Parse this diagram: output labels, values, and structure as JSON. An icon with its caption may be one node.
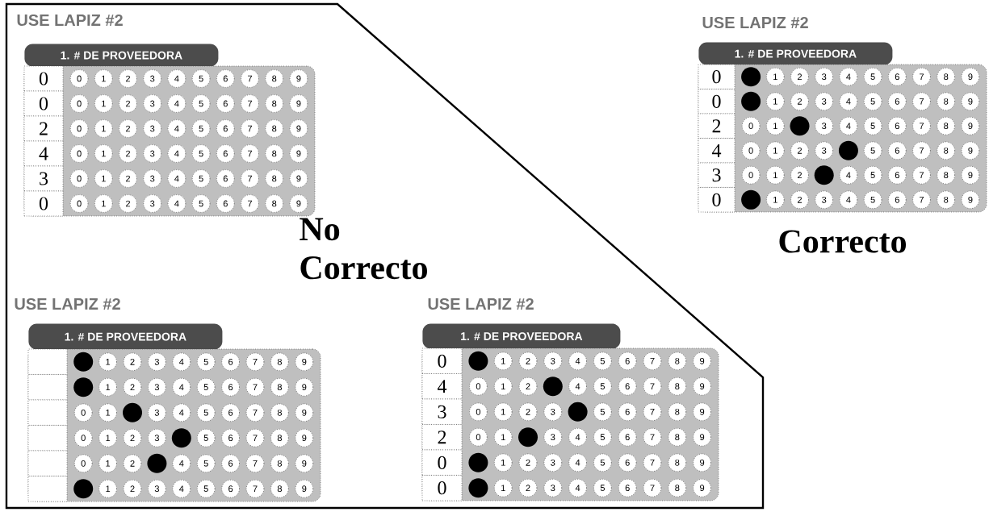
{
  "diagram": {
    "nodes": [
      {
        "text": [
          "No Correcto"
        ]
      },
      {
        "text": [
          "USE LAPIZ #2",
          "1. # DE PROVEEDORA",
          "0",
          "0",
          "2",
          "4",
          "3",
          "0",
          "0",
          "1",
          "2",
          "3",
          "4",
          "5",
          "6",
          "7",
          "8",
          "9",
          "0",
          "1",
          "2",
          "3",
          "4",
          "5",
          "6",
          "7",
          "8",
          "9",
          "0",
          "1",
          "2",
          "3",
          "4",
          "5",
          "6",
          "7",
          "8",
          "9",
          "0",
          "1",
          "2",
          "3",
          "4",
          "5",
          "6",
          "7",
          "8",
          "9",
          "0",
          "1",
          "2",
          "3",
          "4",
          "5",
          "6",
          "7",
          "8",
          "9",
          "0",
          "1",
          "2",
          "3",
          "4",
          "5",
          "6",
          "7",
          "8",
          "9"
        ],
        "in": 0
      },
      {
        "text": [
          "USE LAPIZ #2",
          "1. # DE PROVEEDORA",
          "0",
          "0",
          "2",
          "4",
          "3",
          "0",
          "1",
          "2",
          "3",
          "4",
          "5",
          "6",
          "7",
          "8",
          "9",
          "1",
          "2",
          "3",
          "4",
          "5",
          "6",
          "7",
          "8",
          "9",
          "0",
          "1",
          "3",
          "4",
          "5",
          "6",
          "7",
          "8",
          "9",
          "0",
          "1",
          "2",
          "3",
          "5",
          "6",
          "7",
          "8",
          "9",
          "0",
          "1",
          "2",
          "4",
          "5",
          "6",
          "7",
          "8",
          "9",
          "1",
          "2",
          "3",
          "4",
          "5",
          "6",
          "7",
          "8",
          "9"
        ],
        "beside": [
          "Correcto"
        ]
      },
      {
        "text": [
          "USE LAPIZ #2",
          "1. # DE PROVEEDORA",
          "1",
          "2",
          "3",
          "4",
          "5",
          "6",
          "7",
          "8",
          "9",
          "1",
          "2",
          "3",
          "4",
          "5",
          "6",
          "7",
          "8",
          "9",
          "0",
          "1",
          "3",
          "4",
          "5",
          "6",
          "7",
          "8",
          "9",
          "0",
          "1",
          "2",
          "3",
          "5",
          "6",
          "7",
          "8",
          "9",
          "0",
          "1",
          "2",
          "4",
          "5",
          "6",
          "7",
          "8",
          "9",
          "1",
          "2",
          "3",
          "4",
          "5",
          "6",
          "7",
          "8",
          "9"
        ],
        "in": 0
      },
      {
        "text": [
          "USE LAPIZ #2",
          "1. # DE PROVEEDORA",
          "0",
          "4",
          "3",
          "2",
          "0",
          "0",
          "1",
          "2",
          "3",
          "4",
          "5",
          "6",
          "7",
          "8",
          "9",
          "0",
          "1",
          "2",
          "4",
          "5",
          "6",
          "7",
          "8",
          "9",
          "0",
          "1",
          "2",
          "3",
          "5",
          "6",
          "7",
          "8",
          "9",
          "0",
          "1",
          "3",
          "4",
          "5",
          "6",
          "7",
          "8",
          "9",
          "1",
          "2",
          "3",
          "4",
          "5",
          "6",
          "7",
          "8",
          "9",
          "1",
          "2",
          "3",
          "4",
          "5",
          "6",
          "7",
          "8",
          "9"
        ],
        "in": 0
      },
      {
        "text": [],
        "shape": "circle",
        "in": 2
      },
      {
        "text": [],
        "shape": "circle",
        "in": 2
      },
      {
        "text": [],
        "shape": "circle",
        "in": 2
      },
      {
        "text": [],
        "shape": "circle",
        "in": 2
      },
      {
        "text": [],
        "shape": "circle",
        "in": 2
      },
      {
        "text": [],
        "shape": "circle",
        "in": 2
      },
      {
        "text": [],
        "shape": "circle",
        "in": 3
      },
      {
        "text": [],
        "shape": "circle",
        "in": 3
      },
      {
        "text": [],
        "shape": "circle",
        "in": 3
      },
      {
        "text": [],
        "shape": "circle",
        "in": 3
      },
      {
        "text": [],
        "shape": "circle",
        "in": 3
      },
      {
        "text": [],
        "shape": "circle",
        "in": 3
      },
      {
        "text": [],
        "shape": "circle",
        "in": 4
      },
      {
        "text": [],
        "shape": "circle",
        "in": 4
      },
      {
        "text": [],
        "shape": "circle",
        "in": 4
      },
      {
        "text": [],
        "shape": "circle",
        "in": 4
      },
      {
        "text": [],
        "shape": "circle",
        "in": 4
      },
      {
        "text": [],
        "shape": "circle",
        "in": 4
      }
    ]
  }
}
